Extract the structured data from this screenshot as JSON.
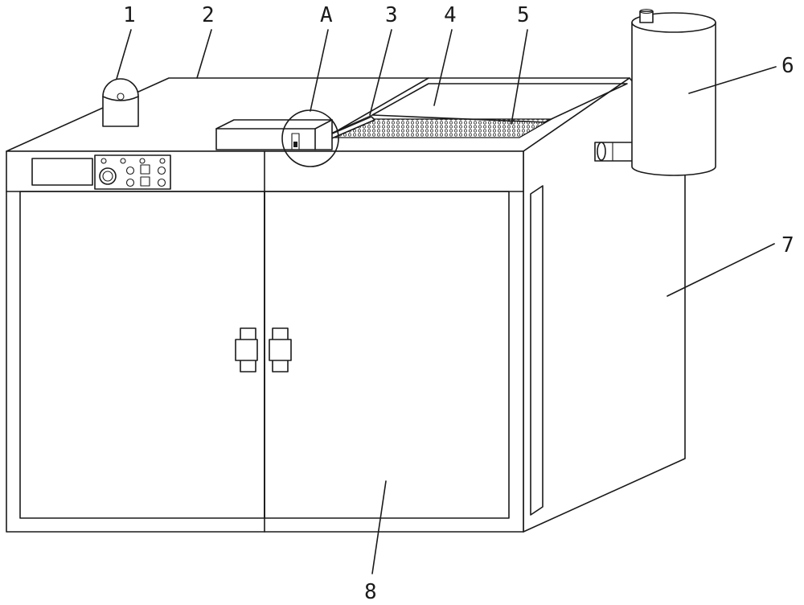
{
  "labels": {
    "l1": "1",
    "l2": "2",
    "lA": "A",
    "l3": "3",
    "l4": "4",
    "l5": "5",
    "l6": "6",
    "l7": "7",
    "l8": "8"
  },
  "colors": {
    "line": "#1a1a1a",
    "background": "#ffffff"
  }
}
